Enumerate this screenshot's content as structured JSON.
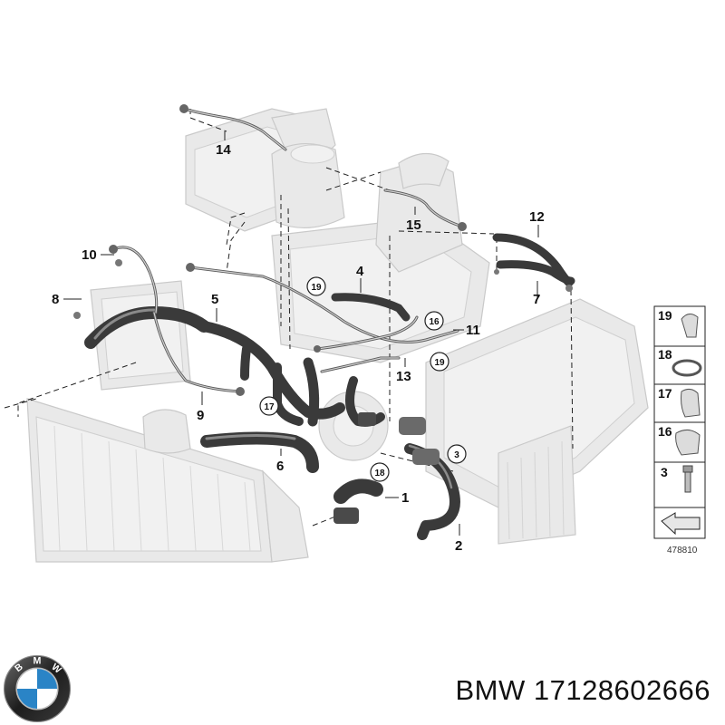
{
  "diagram": {
    "callouts": [
      "1",
      "2",
      "3",
      "4",
      "5",
      "6",
      "7",
      "8",
      "9",
      "10",
      "11",
      "12",
      "13",
      "14",
      "15"
    ],
    "circled": [
      "3",
      "16",
      "17",
      "18",
      "19",
      "19"
    ],
    "legend": [
      "19",
      "18",
      "17",
      "16",
      "3"
    ],
    "reference": "478810"
  },
  "brand": {
    "logo_letters": "BMW",
    "name": "BMW",
    "part_number": "17128602666"
  },
  "colors": {
    "hose": "#3a3a3a",
    "part": "#e9e9e9",
    "logo_blue": "#2a84c6"
  }
}
